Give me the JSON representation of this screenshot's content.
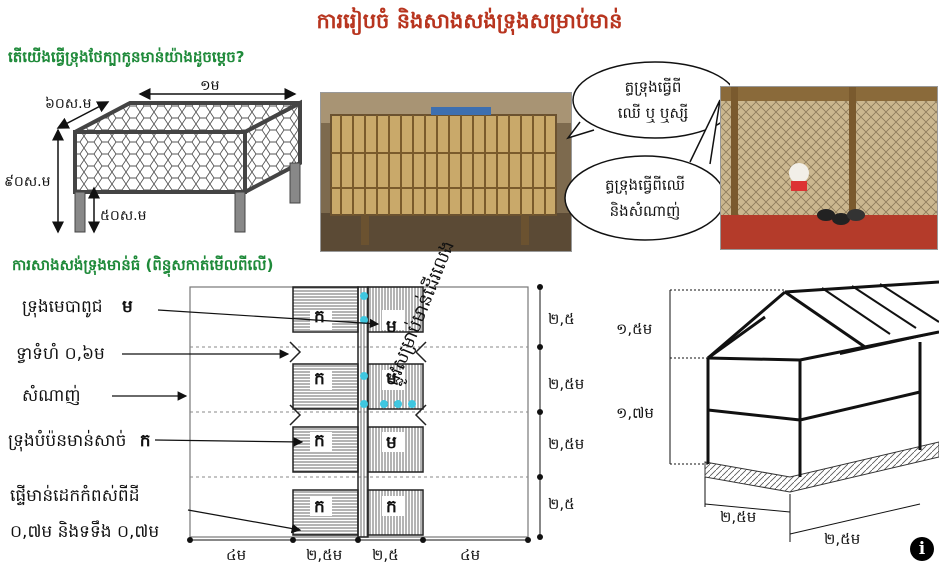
{
  "title": "ការរៀបចំ និងសាងសង់ទ្រុងសម្រាប់មាន់",
  "small_cage": {
    "question": "តើយើងធ្វើទ្រុងថែក្បាកូនមាន់យ៉ាងដូចម្ដេច?",
    "dim_length": "១ម",
    "dim_width": "៦០ស.ម",
    "dim_height": "៩០ស.ម",
    "dim_leg": "៥០ស.ម"
  },
  "bubbles": {
    "wood_cage": [
      "ត្ធទ្រុងធ្វើពី",
      "ឈើ ឬ ឬស្សី"
    ],
    "net_cage": [
      "ត្ធទ្រុងធ្វើពីឈើ",
      "និងសំណាញ់"
    ]
  },
  "plan": {
    "heading": "ការសាងសង់ទ្រុងមាន់ធំ (ពិន្ធុសកាត់មើលពីលើ)",
    "labels": {
      "brood_pen": "ទ្រុងមេបាពូជ",
      "brood_mark": "ម",
      "door": "ទ្វាទំហំ ០,៦ម",
      "mesh": "សំណាញ់",
      "meat_pen": "ទ្រុងបំប៉នមាន់សាច់",
      "meat_mark": "ក",
      "perch": "ផ្ទើមាន់ដេកកំពស់ពីដី",
      "perch2": "០,៧ម និងទទឹង ០,៧ម",
      "walkway": "ផ្លូវសម្រាប់មាន់ដើរលេង"
    },
    "cell_marks": [
      "ក",
      "ម"
    ],
    "bottom_dims": [
      "៤ម",
      "២,៥ម",
      "២,៥",
      "៤ម"
    ],
    "right_dims": [
      "២,៥",
      "២,៥ម",
      "២,៥ម",
      "២,៥"
    ]
  },
  "building": {
    "dim_roof": "១,៥ម",
    "dim_wall": "១,៧ម",
    "dim_width1": "២,៥ម",
    "dim_width2": "២,៥ម"
  },
  "info_icon": "i"
}
